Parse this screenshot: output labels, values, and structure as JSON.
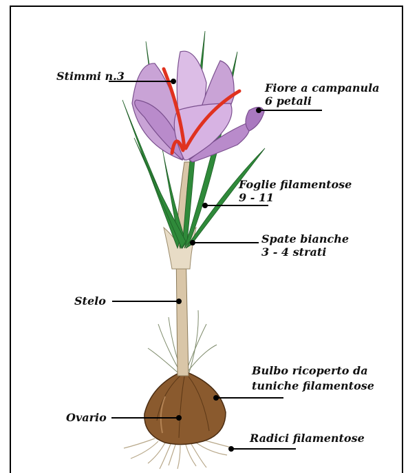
{
  "labels": {
    "stimmi": "Stimmi n.3",
    "fiore_line1": "Fiore a campanula",
    "fiore_line2": "6 petali",
    "foglie_line1": "Foglie filamentose",
    "foglie_line2": "9 - 11",
    "spate_line1": "Spate bianche",
    "spate_line2": "3 - 4 strati",
    "stelo": "Stelo",
    "bulbo_line1": "Bulbo ricoperto da",
    "bulbo_line2": "tuniche filamentose",
    "ovario": "Ovario",
    "radici": "Radici filamentose"
  },
  "colors": {
    "petal": "#c9a3d6",
    "petal_dark": "#9c6fb3",
    "stigma": "#e0321f",
    "leaf": "#2f8a3a",
    "stem": "#d9c6a8",
    "bulb": "#8a5a2e",
    "root": "#b8a88a"
  }
}
